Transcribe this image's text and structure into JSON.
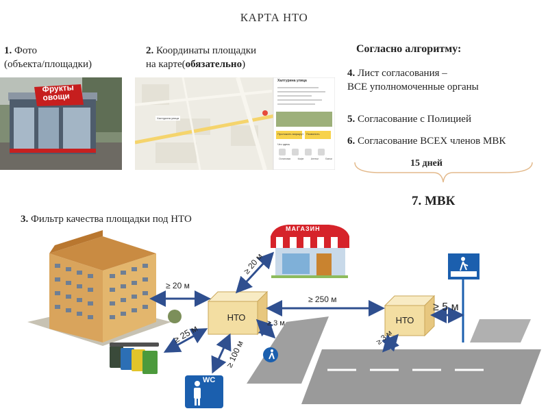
{
  "header": {
    "title": "КАРТА НТО"
  },
  "steps": {
    "s1": {
      "num": "1.",
      "line1": "Фото",
      "line2": "(объекта/площадки)"
    },
    "s2": {
      "num": "2.",
      "line1": "Координаты площадки",
      "line2_pre": "на карте(",
      "line2_bold": "обязательно",
      "line2_post": ")"
    },
    "algo": "Согласно алгоритму:",
    "s4": {
      "num": "4.",
      "line1": "Лист согласования –",
      "line2": "ВСЕ уполномоченные органы"
    },
    "s5": {
      "num": "5.",
      "text": "Согласование с Полицией"
    },
    "s6": {
      "num": "6.",
      "text": "Согласование ВСЕХ членов МВК"
    },
    "days": "15 дней",
    "s7": "7. МВК",
    "s3": {
      "num": "3.",
      "text": "Фильтр качества площадки под НТО"
    }
  },
  "photo": {
    "sign_line1": "Фрукты",
    "sign_line2": "овощи"
  },
  "map": {
    "card_title": "Халтурина улица",
    "card_btn1": "Проложить маршрут",
    "card_btn2": "Позвонить",
    "card_section": "Что здесь",
    "card_tabs": [
      "Остановки",
      "Кафе",
      "Аптеки",
      "Банки"
    ],
    "place_label": "Халтурина улица"
  },
  "diagram": {
    "nto1": "НТО",
    "nto2": "НТО",
    "shop_sign": "МАГАЗИН",
    "wc": "WC",
    "d_building": "≥ 20 м",
    "d_shop": "≥ 20 м",
    "d_trash": "≥ 25 м",
    "d_wc": "≥ 100 м",
    "d_cross1": "≥ 3 м",
    "d_between": "≥ 250 м",
    "d_road": "≥ 3 м",
    "d_sign": "≥ 5 м"
  },
  "colors": {
    "nto_box": "#f3dea2",
    "arrow": "#2f4f8f",
    "road": "#9a9a9a",
    "sign_blue": "#1b5fae",
    "shop_red": "#d6232a"
  }
}
